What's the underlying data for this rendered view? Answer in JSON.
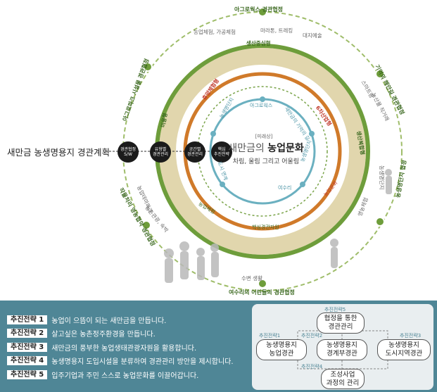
{
  "title": "새만금 농생명용지 경관계획",
  "center": {
    "small": "[미래상]",
    "title_prefix": "새만금의 ",
    "title_bold": "농업문화",
    "subtitle": "차림, 울림 그리고 어울림"
  },
  "nodes": [
    {
      "label": "경관협정\nS/W"
    },
    {
      "label": "유형별\n경관관리"
    },
    {
      "label": "공간별\n경관관리"
    },
    {
      "label": "핵심\n추진전략"
    }
  ],
  "outer_labels": [
    {
      "text": "아그로웍스 경관협정"
    },
    {
      "text": "기억의 해안길 경관협정"
    },
    {
      "text": "아그로파크 시설물 경관협정"
    },
    {
      "text": "여수리의 어린들의 경관협정"
    },
    {
      "text": "작물처리 영농협약 경관협정"
    },
    {
      "text": "농생명단지 협정"
    }
  ],
  "ring_labels": [
    {
      "text": "생산중심형"
    },
    {
      "text": "생산복합형"
    },
    {
      "text": "미용형"
    },
    {
      "text": "휴양체험형"
    },
    {
      "text": "6차산업형"
    },
    {
      "text": "농업체험, 가공체험"
    },
    {
      "text": "마라톤, 트레킹"
    },
    {
      "text": "대지예술"
    },
    {
      "text": "스마트팜"
    },
    {
      "text": "농산물 직거래"
    },
    {
      "text": "농생명단지"
    },
    {
      "text": "영농체험"
    },
    {
      "text": "농업테마파크"
    },
    {
      "text": "농촌관광, 숙박"
    },
    {
      "text": "수변 생활"
    }
  ],
  "inner_labels": [
    {
      "text": "아그로웍스"
    },
    {
      "text": "새만금의 기억의 길"
    },
    {
      "text": "농생명단지"
    },
    {
      "text": "여수리"
    },
    {
      "text": "도시 연계"
    },
    {
      "text": "농생명단지"
    },
    {
      "text": "농업문화"
    },
    {
      "text": "농업체험"
    },
    {
      "text": "핵심경관자원"
    }
  ],
  "strategies": [
    {
      "tag": "추진전략 1",
      "text": "농업이 으뜸이 되는 새만금을 만듭니다."
    },
    {
      "tag": "추진전략 2",
      "text": "살고싶은 농촌정주환경을 만듭니다."
    },
    {
      "tag": "추진전략 3",
      "text": "새만금의 풍부한 농업생태관광자원을 활용합니다."
    },
    {
      "tag": "추진전략 4",
      "text": "농생명용지 도입시설을 분류하여 경관관리 방안을 제시합니다."
    },
    {
      "tag": "추진전략 5",
      "text": "입주기업과 주민 스스로 농업문화를 이끌어갑니다."
    }
  ],
  "flow": {
    "boxes": [
      {
        "label": "협정을 통한\n경관관리",
        "tag": "추진전략5"
      },
      {
        "label": "농생명용지\n농업경관",
        "tag": "추진전략1"
      },
      {
        "label": "농생명용지\n경계부경관",
        "tag": "추진전략2"
      },
      {
        "label": "농생명용지\n도시지역경관",
        "tag": "추진전략3"
      },
      {
        "label": "조성사업\n과정의 관리",
        "tag": "추진전략4"
      }
    ]
  },
  "colors": {
    "outer_dash": "#9fbd6a",
    "outer_ring": "#6e9d3b",
    "inner_ring_orange": "#d07a2a",
    "inner_ring_red": "#c0392b",
    "center_ring": "#6bb0c0",
    "panel": "#4f8696",
    "node": "#1b1b1b"
  }
}
